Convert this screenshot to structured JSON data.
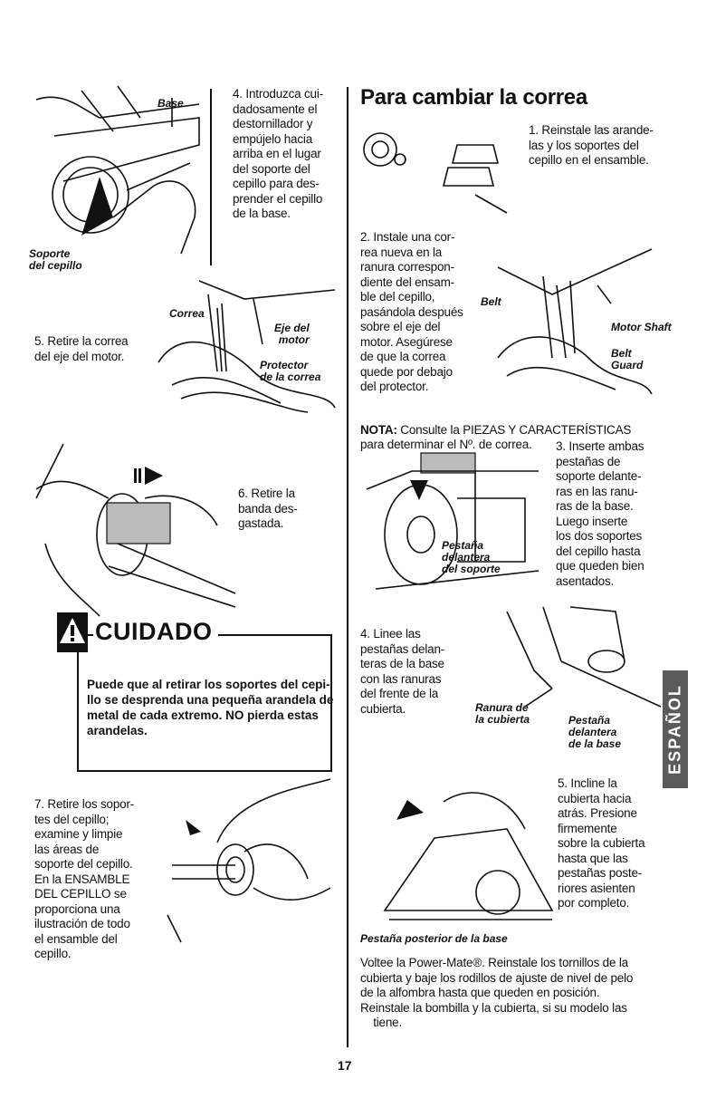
{
  "left": {
    "step4": "4. Introduzca cui-\ndadosamente el\ndestornillador y\nempújelo hacia\narriba en el lugar\ndel soporte del\ncepillo para des-\nprender el cepillo\nde la base.",
    "step4_labels": {
      "base": "Base",
      "soporte": "Soporte\ndel cepillo"
    },
    "step5": "5. Retire la correa\ndel eje del motor.",
    "step5_labels": {
      "correa": "Correa",
      "eje": "Eje del\nmotor",
      "protector": "Protector\nde la correa"
    },
    "step6": "6. Retire la\nbanda des-\ngastada.",
    "caution": {
      "title": "CUIDADO",
      "text": "Puede que al retirar los soportes del cepi-\nllo se desprenda una pequeña arandela de\nmetal de cada extremo. NO pierda estas\narandelas."
    },
    "step7": "7. Retire los sopor-\ntes del cepillo;\nexamine y limpie\nlas áreas de\nsoporte del cepillo.\nEn la ENSAMBLE\nDEL CEPILLO se\nproporciona una\nilustración de todo\nel ensamble del\ncepillo."
  },
  "right": {
    "title": "Para cambiar la correa",
    "step1": "1. Reinstale las arande-\nlas y los soportes del\ncepillo en el ensamble.",
    "step2": "2. Instale una cor-\nrea nueva en la\nranura correspon-\ndiente del ensam-\nble del cepillo,\npasándola después\nsobre el eje del\nmotor. Asegúrese\nde que la correa\nquede por debajo\ndel protector.",
    "step2_labels": {
      "belt": "Belt",
      "motor_shaft": "Motor Shaft",
      "belt_guard": "Belt\nGuard"
    },
    "nota_label": "NOTA:",
    "nota_text": " Consulte la PIEZAS Y CARACTERÍSTICAS\npara determinar el Nº. de correa.",
    "step3": "3. Inserte ambas\npestañas de\nsoporte delante-\nras en las ranu-\nras de la base.\nLuego inserte\nlos dos soportes\ndel cepillo hasta\nque queden bien\nasentados.",
    "step3_label": "Pestaña\ndelantera\ndel soporte",
    "step4": "4. Linee las\npestañas delan-\nteras de la base\ncon las ranuras\ndel frente de la\ncubierta.",
    "step4_labels": {
      "ranura": "Ranura de\nla cubierta",
      "pestana": "Pestaña\ndelantera\nde la base"
    },
    "step5": "5. Incline la\ncubierta hacia\natrás. Presione\nfirmemente\nsobre la cubierta\nhasta que las\npestañas poste-\nriores asienten\npor completo.",
    "step5_label": "Pestaña posterior de la base",
    "closing": "Voltee la Power-Mate®. Reinstale los tornillos de la\ncubierta y baje los rodillos de ajuste de nivel de pelo\nde la alfombra hasta que queden en posición.\nReinstale la bombilla y la cubierta, si su modelo las\n    tiene."
  },
  "side_tab": "ESPAÑOL",
  "page_number": "17"
}
